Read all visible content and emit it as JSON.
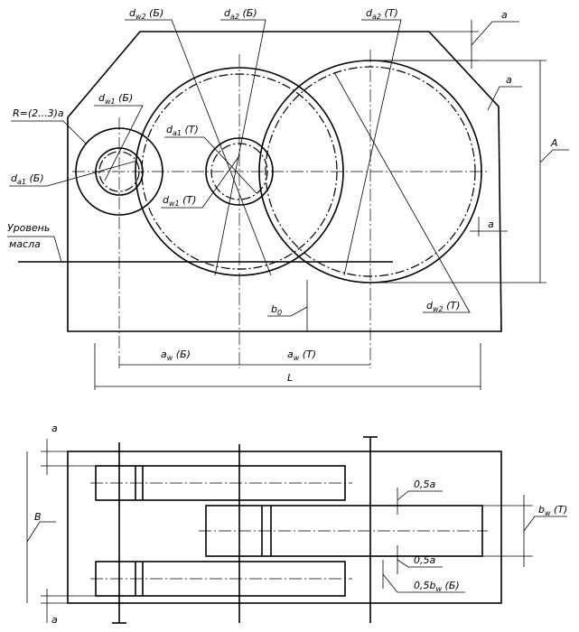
{
  "top_view": {
    "labels": {
      "dw2_b": "d<sub>w2</sub> (Б)",
      "da2_b": "d<sub>a2</sub> (Б)",
      "da2_t": "d<sub>a2</sub> (T)",
      "a_top": "a",
      "a_right": "a",
      "a_mid": "a",
      "dw1_b": "d<sub>w1</sub> (Б)",
      "r": "R=(2...3)a",
      "da1_t": "d<sub>a1</sub> (T)",
      "da1_b": "d<sub>a1</sub> (Б)",
      "dw1_t": "d<sub>w1</sub> (T)",
      "level1": "Уровень",
      "level2": "масла",
      "big_a": "A",
      "dw2_t": "d<sub>w2</sub> (T)",
      "b0": "b<sub>0</sub>",
      "aw_b": "a<sub>w</sub> (Б)",
      "aw_t": "a<sub>w</sub> (T)",
      "L": "L"
    }
  },
  "bottom_view": {
    "labels": {
      "a_top": "a",
      "B": "B",
      "a_bottom": "a",
      "half_a_top": "0,5a",
      "half_a_bot": "0,5a",
      "bw_t": "b<sub>w</sub> (T)",
      "half_bw_b": "0,5b<sub>w</sub> (Б)"
    }
  }
}
